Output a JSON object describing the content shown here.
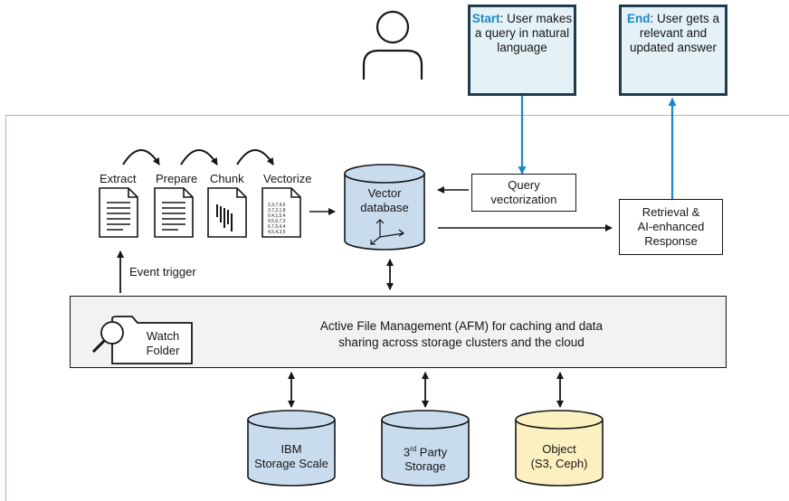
{
  "start_box": {
    "label": "Start",
    "text": ": User makes a query in natural language"
  },
  "end_box": {
    "label": "End",
    "text": ": User gets a relevant and updated answer"
  },
  "pipeline": {
    "steps": [
      "Extract",
      "Prepare",
      "Chunk",
      "Vectorize"
    ],
    "vector_numbers": [
      "2,3,7,4,5",
      "3,7,2,1,8",
      "0,4,1,5,4",
      "9,5,6,7,3",
      "6,7,5,4,4",
      "4,5,4,3,5"
    ]
  },
  "vector_db": {
    "line1": "Vector",
    "line2": "database"
  },
  "query_vectorization": {
    "line1": "Query",
    "line2": "vectorization"
  },
  "retrieval": {
    "line1": "Retrieval &",
    "line2": "AI-enhanced",
    "line3": "Response"
  },
  "event_trigger": "Event trigger",
  "watch_folder": {
    "line1": "Watch",
    "line2": "Folder"
  },
  "afm": {
    "line1": "Active File Management (AFM) for caching and data",
    "line2": "sharing across storage clusters and the cloud"
  },
  "storage": [
    {
      "line1": "IBM",
      "line2": "Storage Scale",
      "color": "#c9dcee"
    },
    {
      "line1_base": "3",
      "line1_sup": "rd",
      "line1_rest": " Party",
      "line2": "Storage",
      "color": "#c9dcee"
    },
    {
      "line1": "Object",
      "line2": "(S3, Ceph)",
      "color": "#fdf0c0"
    }
  ],
  "colors": {
    "accent_blue": "#1d87c6",
    "callout_fill": "#e4f2f8",
    "cylinder_blue": "#c9dcee",
    "cylinder_yellow": "#fdf0c0",
    "afm_fill": "#f2f2f2"
  }
}
